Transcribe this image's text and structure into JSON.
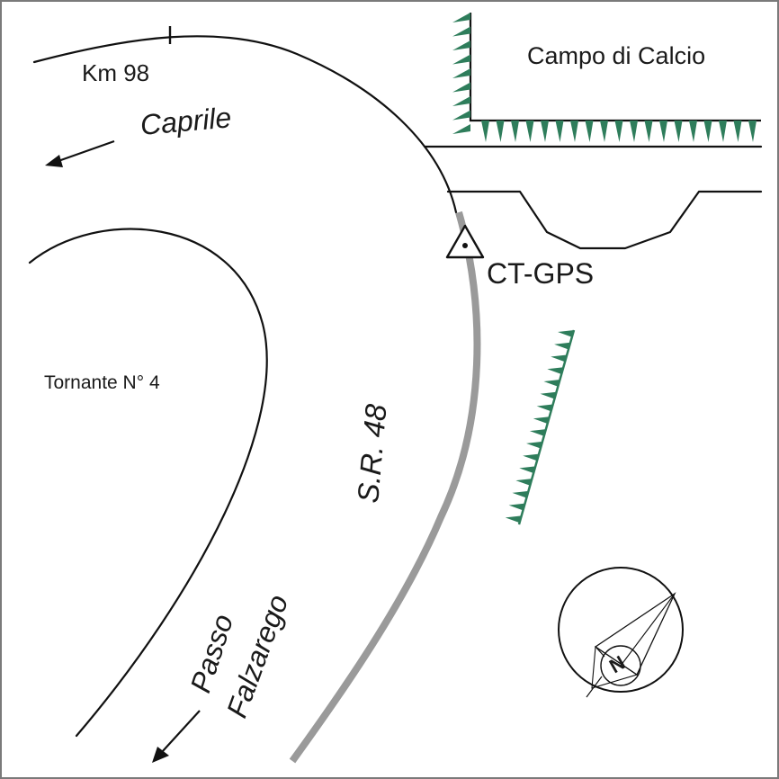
{
  "labels": {
    "km": "Km 98",
    "caprile": "Caprile",
    "campo": "Campo di Calcio",
    "station": "CT-GPS",
    "tornante": "Tornante N° 4",
    "road": "S.R. 48",
    "passo_line1": "Passo",
    "passo_line2": "Falzarego",
    "north": "N"
  },
  "colors": {
    "frame": "#7a7a7a",
    "road_lines": "#111111",
    "survey_track": "#9a9a9a",
    "slope_hatch": "#2e7d5b",
    "text": "#1a1a1a"
  },
  "symbols": {
    "station_marker": "triangle-with-dot-icon",
    "compass": "north-arrow-compass-icon",
    "direction_arrows": "arrow-icon",
    "embankment": "slope-hachure-icon"
  }
}
